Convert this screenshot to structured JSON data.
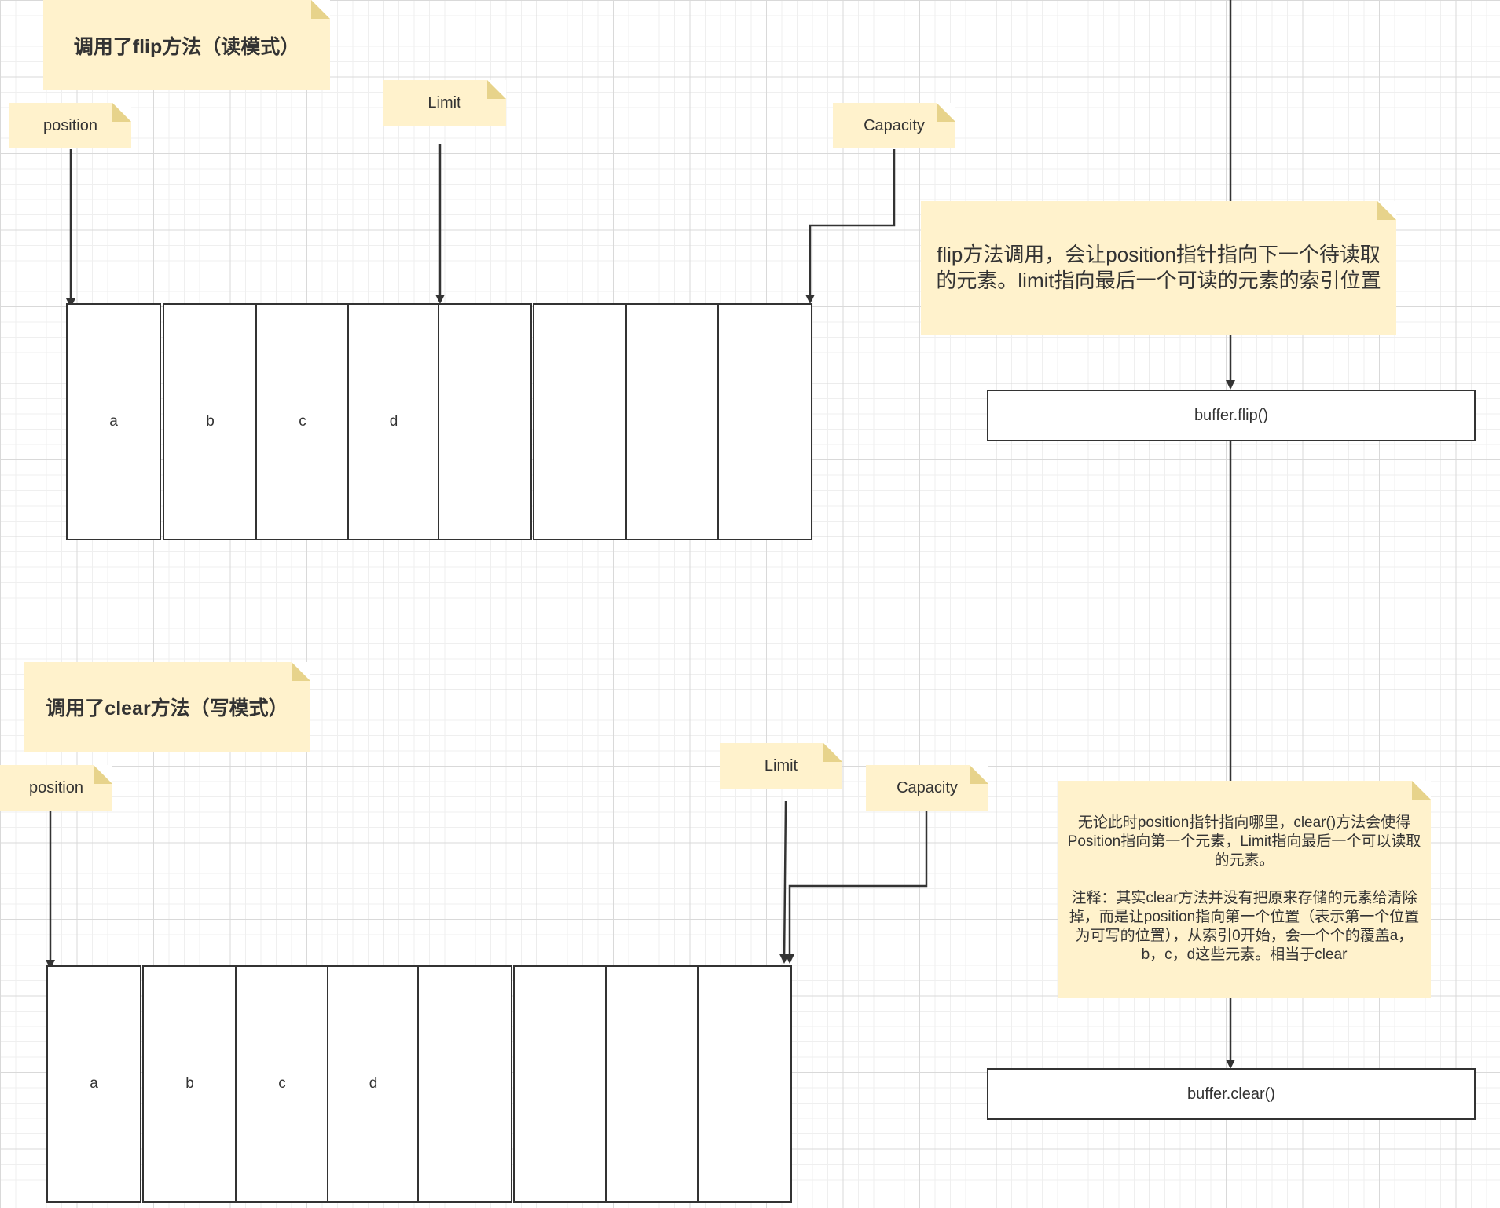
{
  "flip_section": {
    "title": "调用了flip方法（读模式）",
    "position_label": "position",
    "limit_label": "Limit",
    "capacity_label": "Capacity",
    "cells": [
      "a",
      "b",
      "c",
      "d",
      "",
      "",
      "",
      ""
    ]
  },
  "clear_section": {
    "title": "调用了clear方法（写模式）",
    "position_label": "position",
    "limit_label": "Limit",
    "capacity_label": "Capacity",
    "cells": [
      "a",
      "b",
      "c",
      "d",
      "",
      "",
      "",
      ""
    ]
  },
  "flow": {
    "flip_note": "flip方法调用，会让position指针指向下一个待读取的元素。limit指向最后一个可读的元素的索引位置",
    "flip_method": "buffer.flip()",
    "clear_note_line1": "无论此时position指针指向哪里，clear()方法会使得Position指向第一个元素，Limit指向最后一个可以读取的元素。",
    "clear_note_line2": "注释：其实clear方法并没有把原来存储的元素给清除掉，而是让position指向第一个位置（表示第一个位置为可写的位置），从索引0开始，会一个个的覆盖a，b，c，d这些元素。相当于clear",
    "clear_method": "buffer.clear()"
  },
  "colors": {
    "note_fill": "#fff2cc",
    "note_fold": "#e7d38b",
    "stroke": "#333333",
    "grid": "#d9d9d9"
  }
}
